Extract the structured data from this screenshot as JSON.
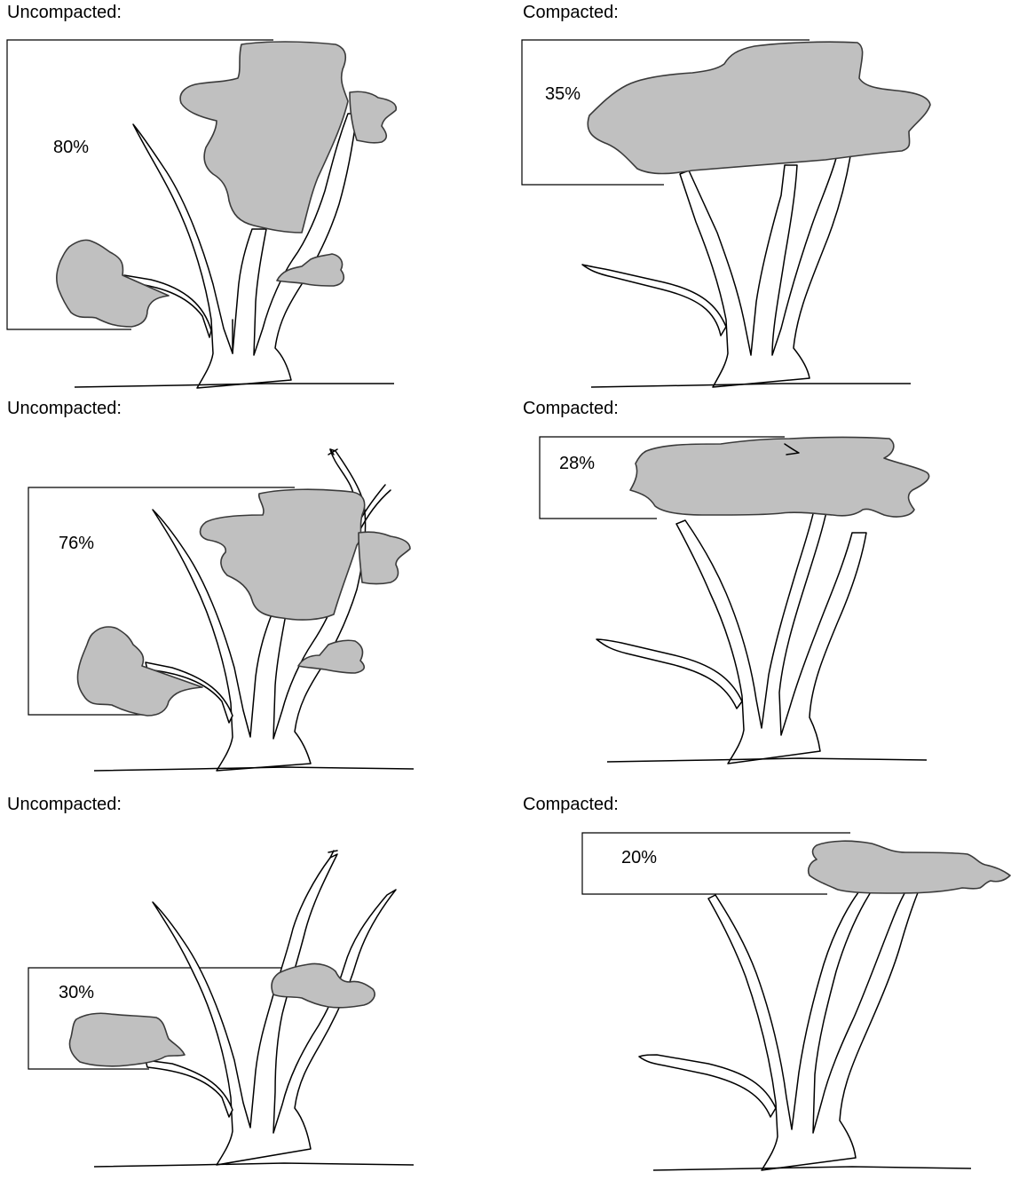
{
  "panels": [
    {
      "id": "uncompacted-1",
      "label": "Uncompacted:",
      "percent": "80%"
    },
    {
      "id": "compacted-1",
      "label": "Compacted:",
      "percent": "35%"
    },
    {
      "id": "uncompacted-2",
      "label": "Uncompacted:",
      "percent": "76%"
    },
    {
      "id": "compacted-2",
      "label": "Compacted:",
      "percent": "28%"
    },
    {
      "id": "uncompacted-3",
      "label": "Uncompacted:",
      "percent": "30%"
    },
    {
      "id": "compacted-3",
      "label": "Compacted:",
      "percent": "20%"
    }
  ],
  "colors": {
    "foliage": "#c0c0c0",
    "foliage_outline": "#3a3a3a",
    "line": "#000000",
    "background": "#ffffff"
  }
}
